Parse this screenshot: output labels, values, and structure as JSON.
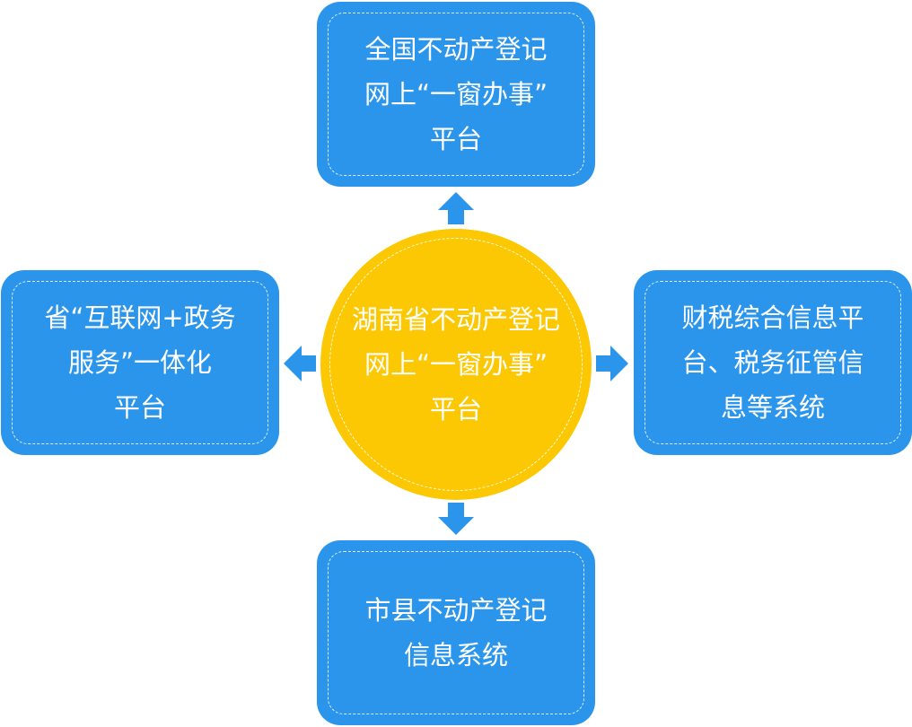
{
  "center": {
    "lines": [
      "湖南省不动产登记",
      "网上“一窗办事”",
      "平台"
    ]
  },
  "nodes": {
    "top": {
      "lines": [
        "全国不动产登记",
        "网上“一窗办事”",
        "平台"
      ]
    },
    "left": {
      "lines": [
        "省“互联网+政务",
        "服务”一体化",
        "平台"
      ]
    },
    "right": {
      "lines": [
        "财税综合信息平",
        "台、税务征管信",
        "息等系统"
      ]
    },
    "bottom": {
      "lines": [
        "市县不动产登记",
        "信息系统"
      ]
    }
  },
  "colors": {
    "box": "#2b95ec",
    "center": "#fcc803",
    "arrow": "#2b95ec",
    "text": "#ffffff"
  }
}
